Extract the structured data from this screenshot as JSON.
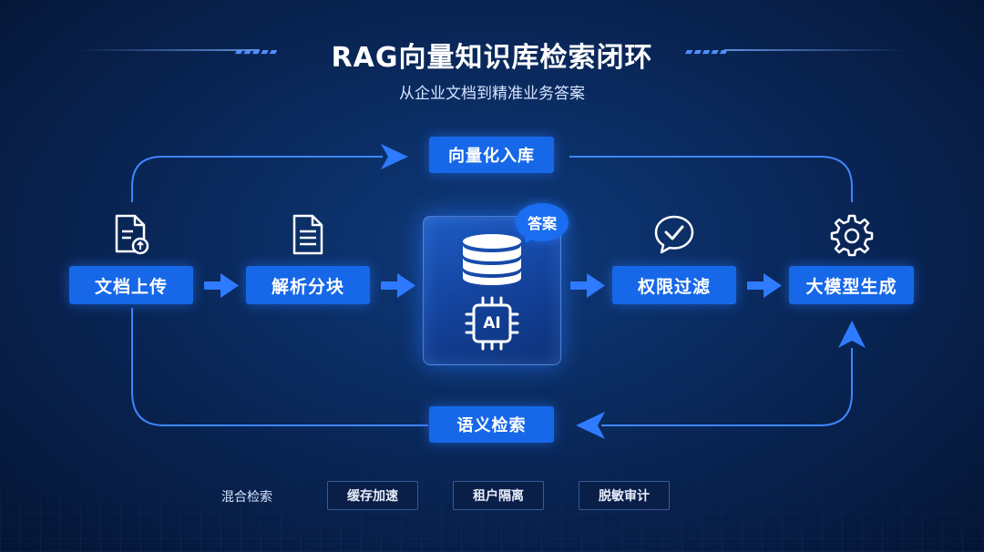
{
  "header": {
    "title": "RAG向量知识库检索闭环",
    "subtitle": "从企业文档到精准业务答案"
  },
  "nodes": {
    "top": "向量化入库",
    "upload": "文档上传",
    "parse": "解析分块",
    "permission": "权限过滤",
    "llm": "大模型生成",
    "bottom": "语义检索"
  },
  "center": {
    "answer_bubble": "答案",
    "chip_label": "AI"
  },
  "footer": {
    "label": "混合检索",
    "tags": [
      "缓存加速",
      "租户隔离",
      "脱敏审计"
    ]
  },
  "colors": {
    "node_fill": "#1668e8",
    "loop_line": "#3f86ff",
    "arrow": "#2f7bff",
    "background": "#0a2a5e"
  },
  "icons": [
    "document-upload-icon",
    "document-icon",
    "database-icon",
    "ai-chip-icon",
    "chat-check-icon",
    "gear-icon"
  ]
}
